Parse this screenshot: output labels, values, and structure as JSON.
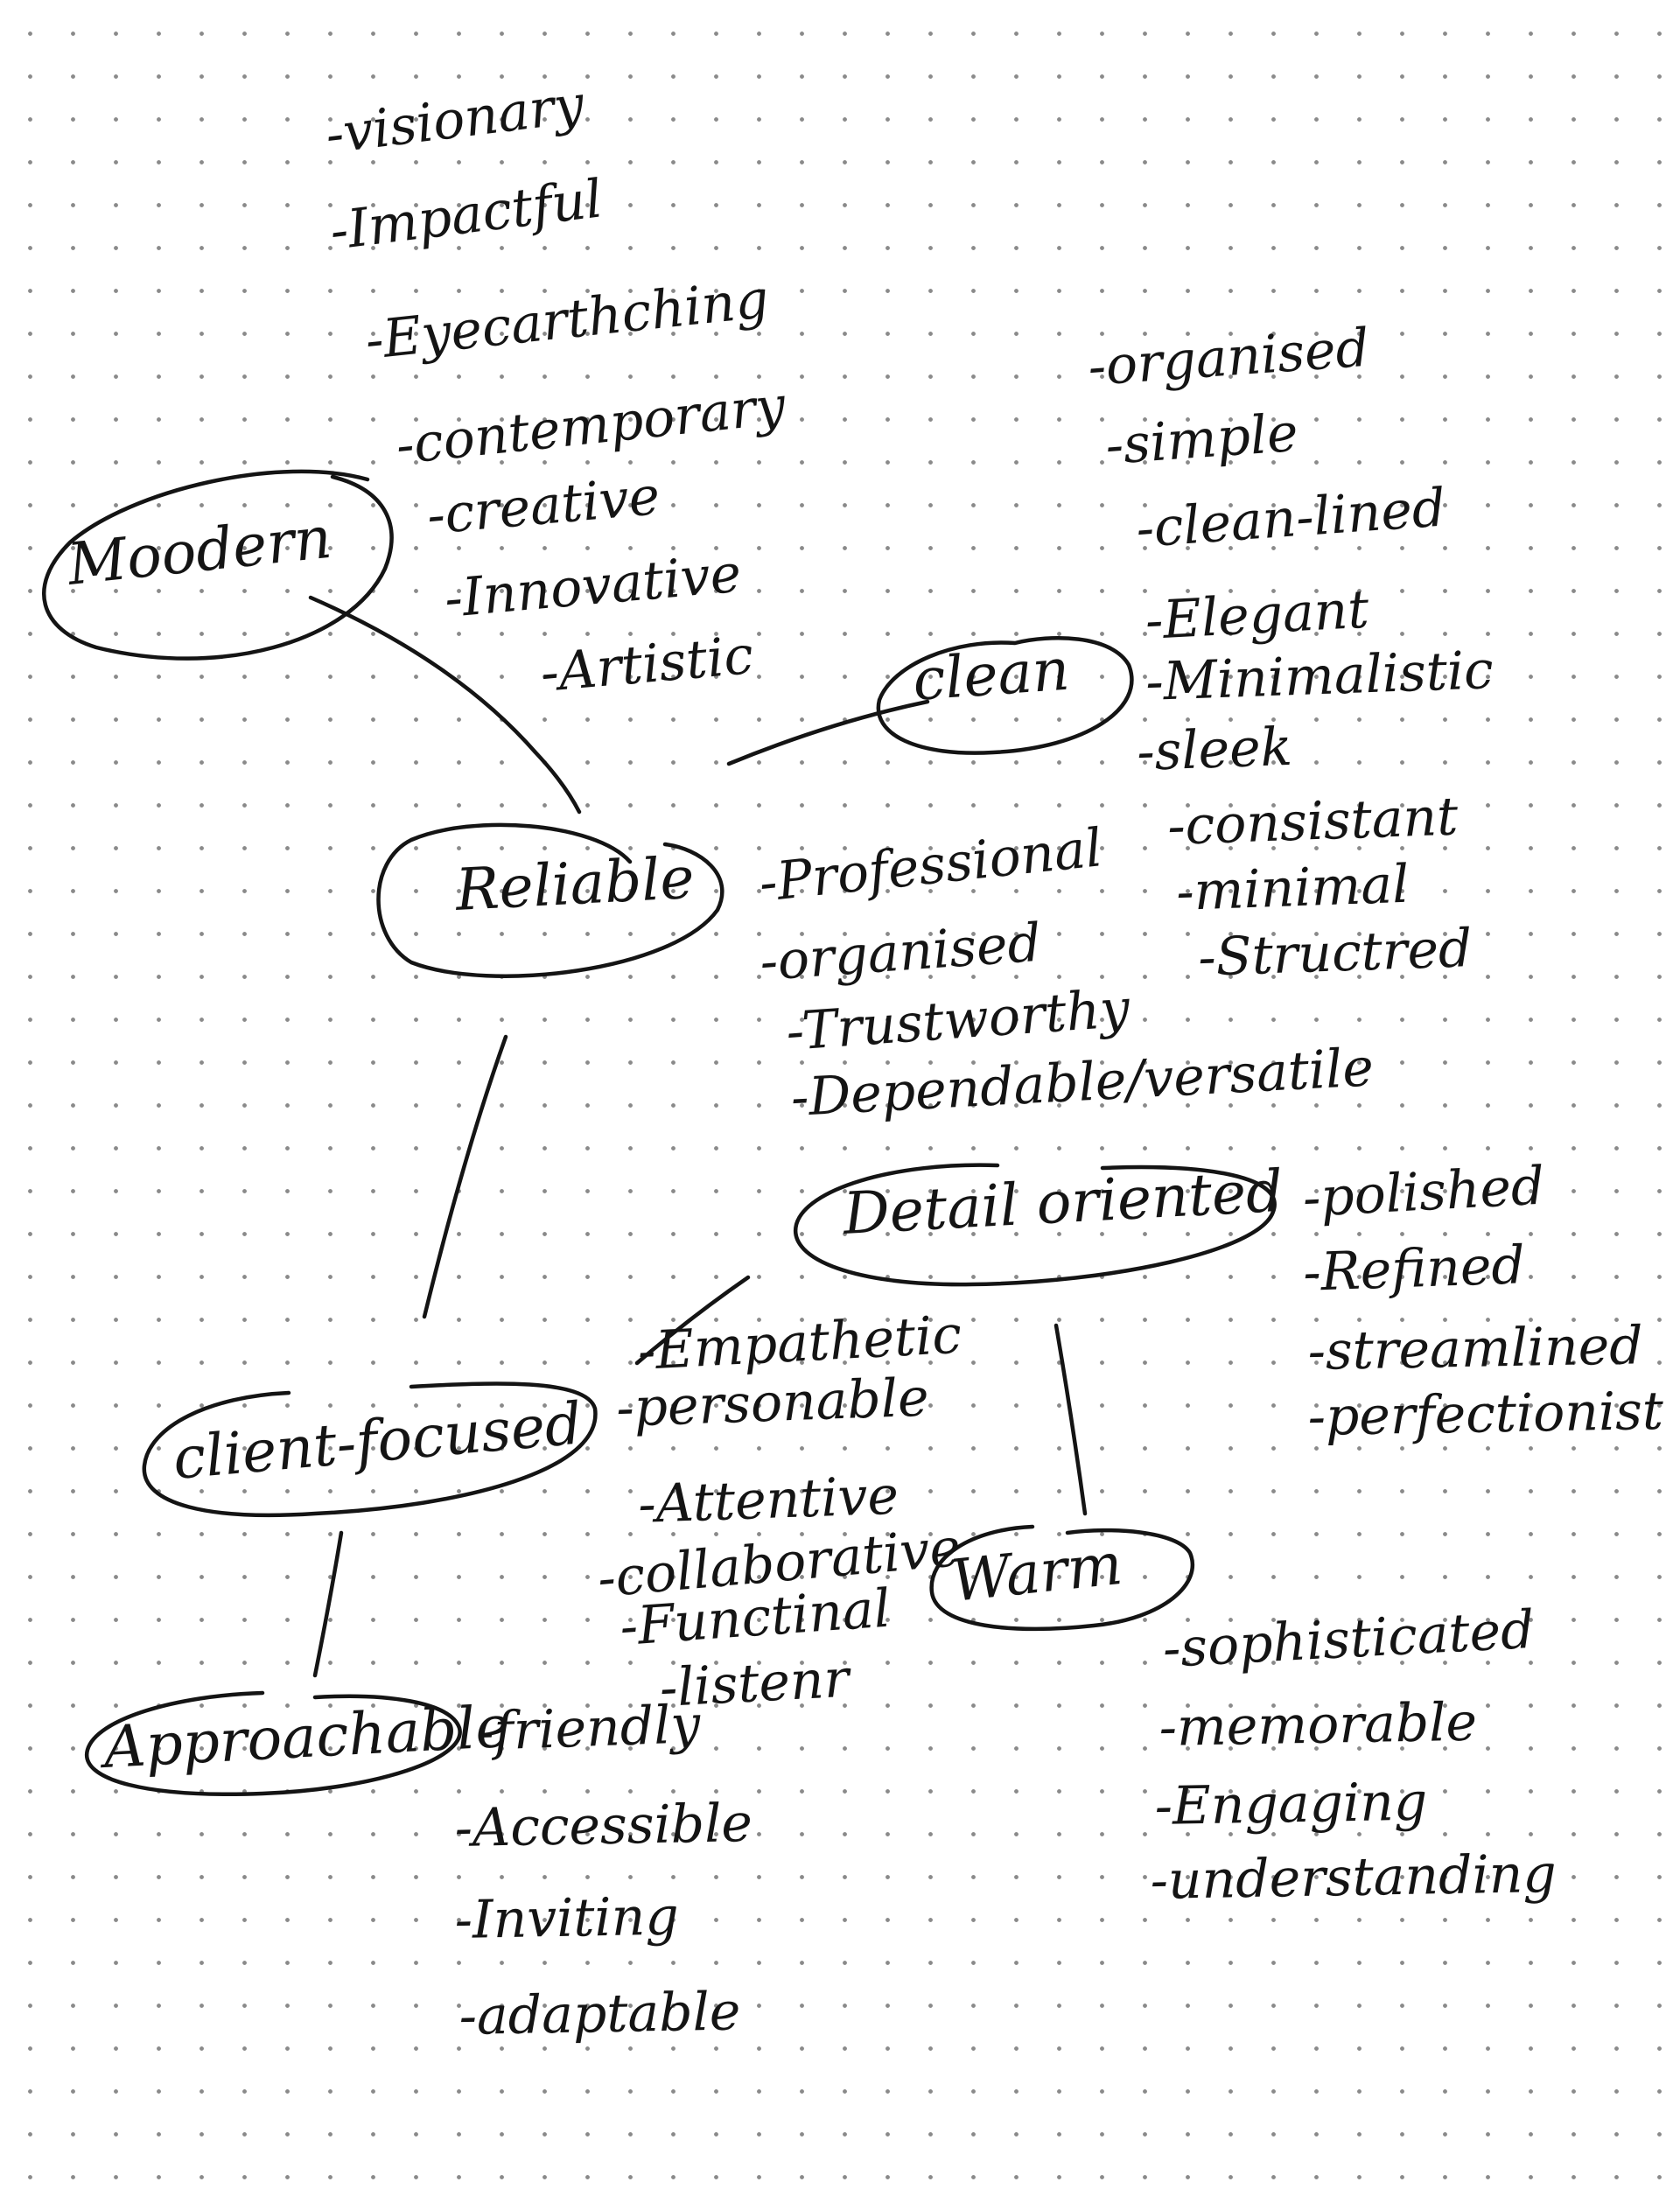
{
  "nodes": {
    "modern": "Moodern",
    "reliable": "Reliable",
    "clean": "clean",
    "detail_oriented": "Detail oriented",
    "client_focused": "client-focused",
    "warm": "Warm",
    "approachable": "Approachable"
  },
  "lists": {
    "modern": [
      "-visionary",
      "-Impactful",
      "-Eyecarthching",
      "-contemporary",
      "-creative",
      "-Innovative",
      "-Artistic"
    ],
    "clean": [
      "-organised",
      "-simple",
      "-clean-lined",
      "-Elegant",
      "-Minimalistic",
      "-sleek",
      "-consistant",
      "-minimal",
      "-Structred"
    ],
    "reliable": [
      "-Professional",
      "-organised",
      "-Trustworthy",
      "-Dependable/versatile"
    ],
    "detail_oriented": [
      "-polished",
      "-Refined",
      "-streamlined",
      "-perfectionist"
    ],
    "client_focused": [
      "-Empathetic",
      "-personable",
      "-Attentive",
      "-collaborative",
      "-Functinal",
      "-listenr"
    ],
    "warm": [
      "-sophisticated",
      "-memorable",
      "-Engaging",
      "-understanding"
    ],
    "approachable": [
      "-friendly",
      "-Accessible",
      "-Inviting",
      "-adaptable"
    ]
  }
}
